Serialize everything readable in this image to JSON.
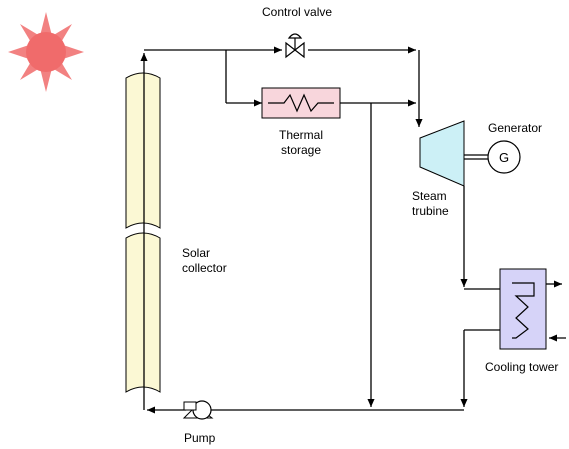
{
  "labels": {
    "control_valve": "Control valve",
    "thermal_storage_line1": "Thermal",
    "thermal_storage_line2": "storage",
    "generator": "Generator",
    "generator_symbol": "G",
    "steam_turbine_line1": "Steam",
    "steam_turbine_line2": "trubine",
    "solar_collector_line1": "Solar",
    "solar_collector_line2": "collector",
    "cooling_tower": "Cooling tower",
    "pump": "Pump"
  },
  "colors": {
    "sun": "#f06b6b",
    "collector_fill": "#fbf8d4",
    "thermal_storage_fill": "#f8d6dc",
    "turbine_fill": "#ccf0f6",
    "cooling_tower_fill": "#d6d3f8",
    "line": "#000000"
  }
}
